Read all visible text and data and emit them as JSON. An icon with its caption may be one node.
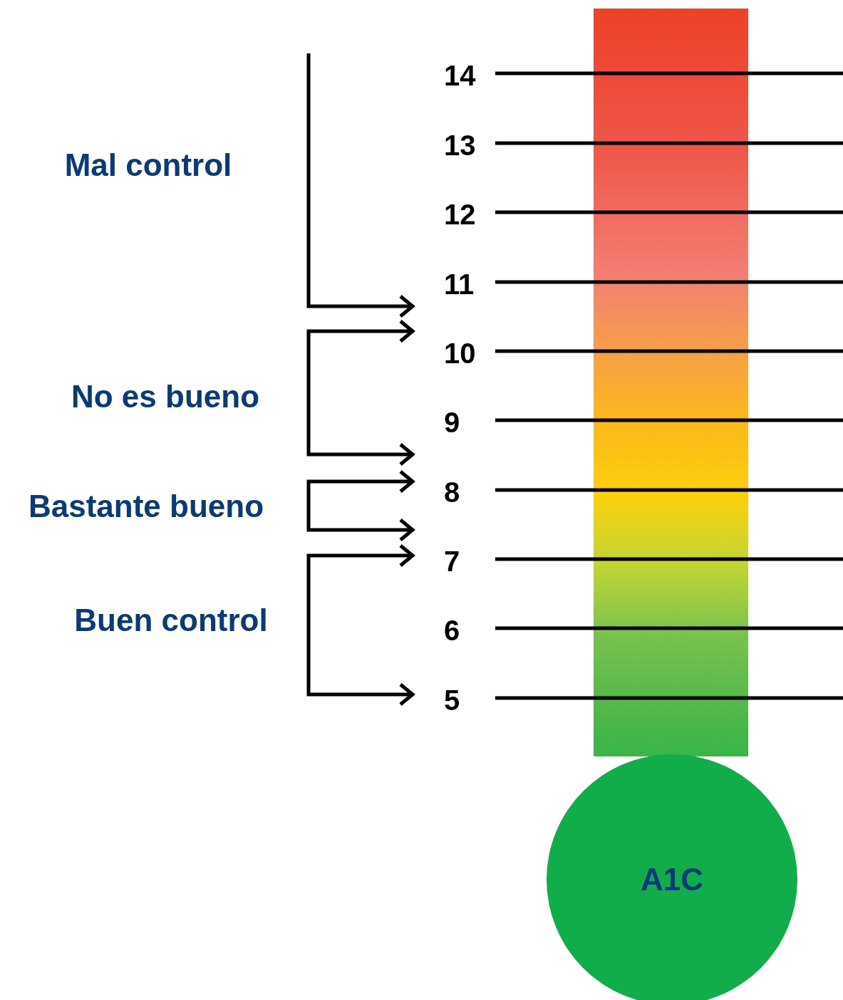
{
  "diagram": {
    "nodes": [
      {
        "text": [],
        "shape": "bar"
      },
      {
        "text": [
          "A1C"
        ]
      }
    ],
    "labels": [
      "Mal control",
      "No es bueno",
      "Bastante bueno",
      "Buen control",
      "14",
      "13",
      "12",
      "11",
      "10",
      "9",
      "8",
      "7",
      "6",
      "5"
    ]
  }
}
